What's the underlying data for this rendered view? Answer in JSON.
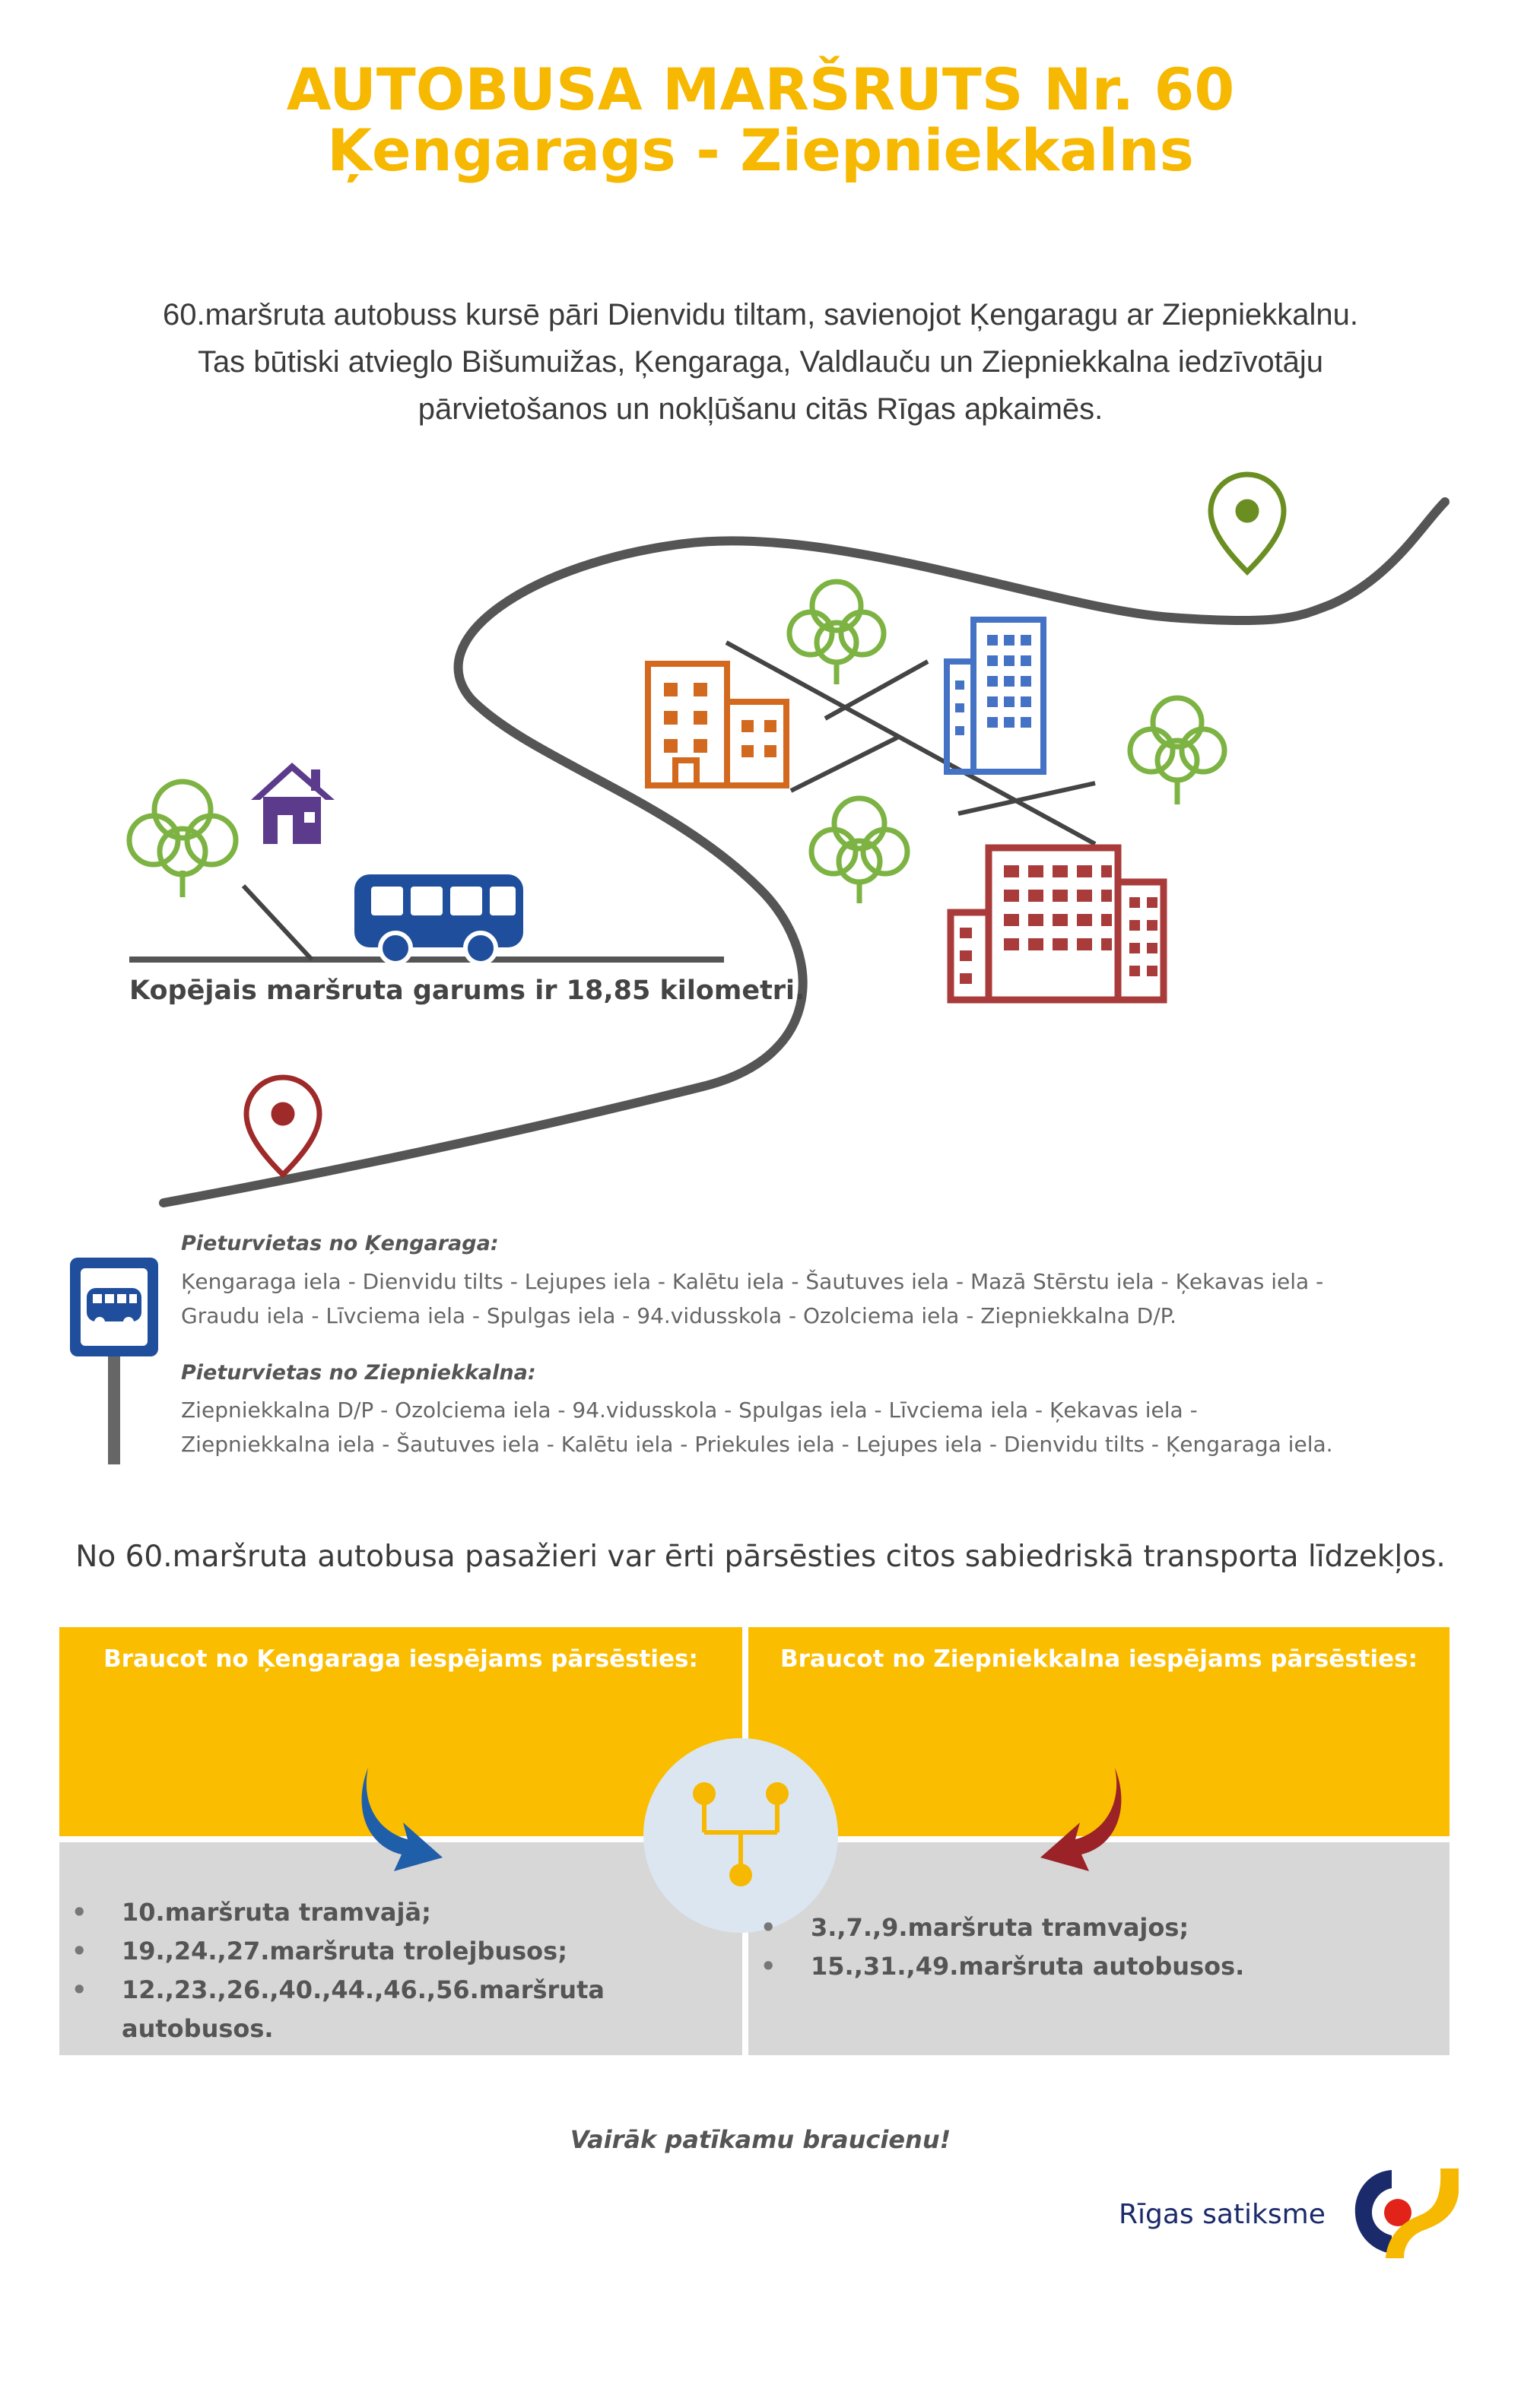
{
  "header": {
    "title_line1": "AUTOBUSA MARŠRUTS Nr. 60",
    "title_line2": "Ķengarags - Ziepniekkalns"
  },
  "intro": {
    "line1": "60.maršruta autobuss kursē pāri Dienvidu tiltam, savienojot Ķengaragu ar Ziepniekkalnu.",
    "line2": "Tas būtiski atvieglo Bišumuižas, Ķengaraga, Valdlauču un Ziepniekkalna iedzīvotāju",
    "line3": "pārvietošanos un nokļūšanu citās Rīgas apkaimēs."
  },
  "map": {
    "route_length": "Kopējais maršruta garums ir 18,85 kilometri.",
    "icons": [
      "tree-icon",
      "house-icon",
      "bus-icon",
      "apartment-building-icon",
      "location-pin-icon"
    ],
    "colors": {
      "road": "#555555",
      "tree": "#7CB342",
      "house": "#5C3A8C",
      "bus": "#1F4E9C",
      "building_orange": "#D2691E",
      "building_blue": "#4472C4",
      "building_red": "#A93B3B",
      "pin_green": "#6B8E23",
      "pin_red": "#9E2A2A"
    }
  },
  "stops": {
    "from_kengarags_title": "Pieturvietas no Ķengaraga:",
    "from_kengarags_line1": "Ķengaraga iela - Dienvidu tilts - Lejupes iela - Kalētu iela - Šautuves iela - Mazā Stērstu iela - Ķekavas iela -",
    "from_kengarags_line2": "Graudu iela - Līvciema iela  - Spulgas iela - 94.vidusskola - Ozolciema iela - Ziepniekkalna D/P.",
    "from_ziepniekkalns_title": "Pieturvietas no Ziepniekkalna:",
    "from_ziepniekkalns_line1": "Ziepniekkalna D/P - Ozolciema iela - 94.vidusskola - Spulgas iela - Līvciema iela - Ķekavas iela -",
    "from_ziepniekkalns_line2": "Ziepniekkalna iela - Šautuves iela - Kalētu iela - Priekules iela - Lejupes iela - Dienvidu tilts - Ķengaraga iela."
  },
  "transfers": {
    "note": "No 60.maršruta autobusa pasažieri var ērti pārsēsties citos sabiedriskā transporta līdzekļos.",
    "left_title": "Braucot no Ķengaraga iespējams pārsēsties:",
    "right_title": "Braucot no Ziepniekkalna iespējams pārsēsties:",
    "left_items": [
      "10.maršruta tramvajā;",
      "19.,24.,27.maršruta trolejbusos;",
      "12.,23.,26.,40.,44.,46.,56.maršruta autobusos."
    ],
    "right_items": [
      "3.,7.,9.maršruta tramvajos;",
      "15.,31.,49.maršruta autobusos."
    ],
    "colors": {
      "yellow": "#FBBD00",
      "grey": "#D7D7D7",
      "arrow_left": "#1F5EA8",
      "arrow_right": "#9B2226",
      "circle": "#DCE6F1"
    }
  },
  "footer": {
    "wish": "Vairāk patīkamu braucienu!",
    "brand": "Rīgas satiksme"
  }
}
